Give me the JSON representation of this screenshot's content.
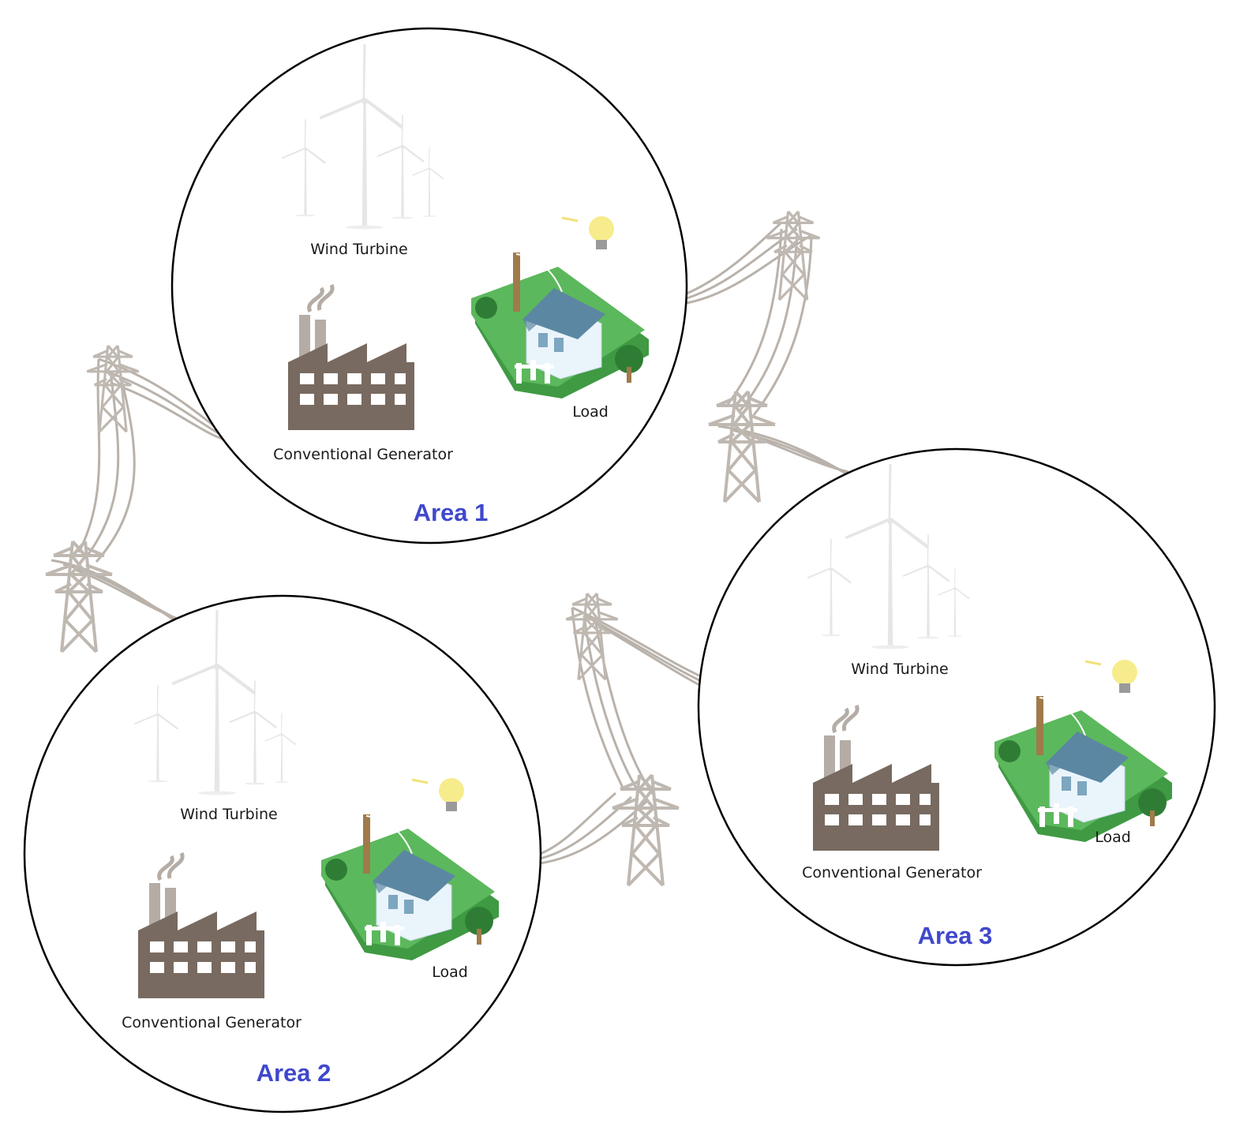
{
  "colors": {
    "area_label": "#3f48cc",
    "circle_stroke": "#000000",
    "line": "#b9b2ab",
    "tower": "#bfb8b1",
    "turbine": "#e6e6e6",
    "factory": "#786a60",
    "smoke": "#b5aca5",
    "grass": "#5cb85c",
    "grass_dark": "#3f9a43",
    "roof": "#5b87a3",
    "wall": "#eaf4fb",
    "tree": "#2f7d35",
    "pole": "#a07a4a",
    "bulb": "#f7ec8c"
  },
  "areas": [
    {
      "title": "Area 1",
      "wind_label": "Wind Turbine",
      "generator_label": "Conventional Generator",
      "load_label": "Load"
    },
    {
      "title": "Area 2",
      "wind_label": "Wind Turbine",
      "generator_label": "Conventional Generator",
      "load_label": "Load"
    },
    {
      "title": "Area 3",
      "wind_label": "Wind Turbine",
      "generator_label": "Conventional Generator",
      "load_label": "Load"
    }
  ],
  "icons": {
    "wind": "wind-turbine-icon",
    "generator": "factory-icon",
    "load": "house-icon",
    "tower": "transmission-tower-icon"
  }
}
